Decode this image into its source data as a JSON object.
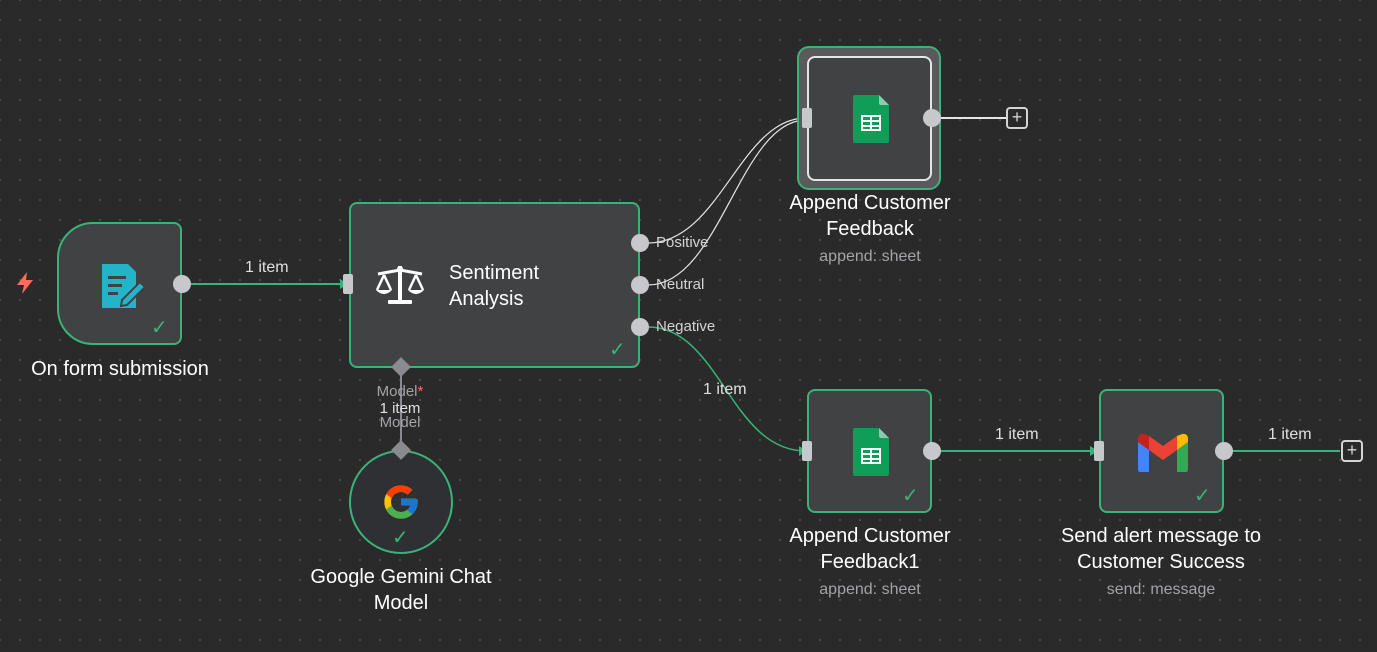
{
  "nodes": {
    "form_trigger": {
      "title": "On form submission"
    },
    "sentiment": {
      "title_line1": "Sentiment",
      "title_line2": "Analysis",
      "ports": {
        "positive": "Positive",
        "neutral": "Neutral",
        "negative": "Negative"
      },
      "model_label": "Model",
      "model_required": "*"
    },
    "append_feedback": {
      "title_line1": "Append Customer",
      "title_line2": "Feedback",
      "subtitle": "append: sheet"
    },
    "append_feedback1": {
      "title_line1": "Append Customer",
      "title_line2": "Feedback1",
      "subtitle": "append: sheet"
    },
    "gmail": {
      "title_line1": "Send alert message to",
      "title_line2": "Customer Success",
      "subtitle": "send: message"
    },
    "gemini": {
      "title_line1": "Google Gemini Chat",
      "title_line2": "Model",
      "model_item": "1 item",
      "model_label": "Model"
    }
  },
  "edges": {
    "trigger_to_sentiment": "1 item",
    "negative_to_append1": "1 item",
    "append1_to_gmail": "1 item",
    "gmail_out": "1 item"
  },
  "colors": {
    "success": "#3bb27a",
    "canvas": "#2a2a2b",
    "node_bg": "#414244",
    "sheets_green": "#0f9d58",
    "form_teal": "#23b5c7"
  }
}
